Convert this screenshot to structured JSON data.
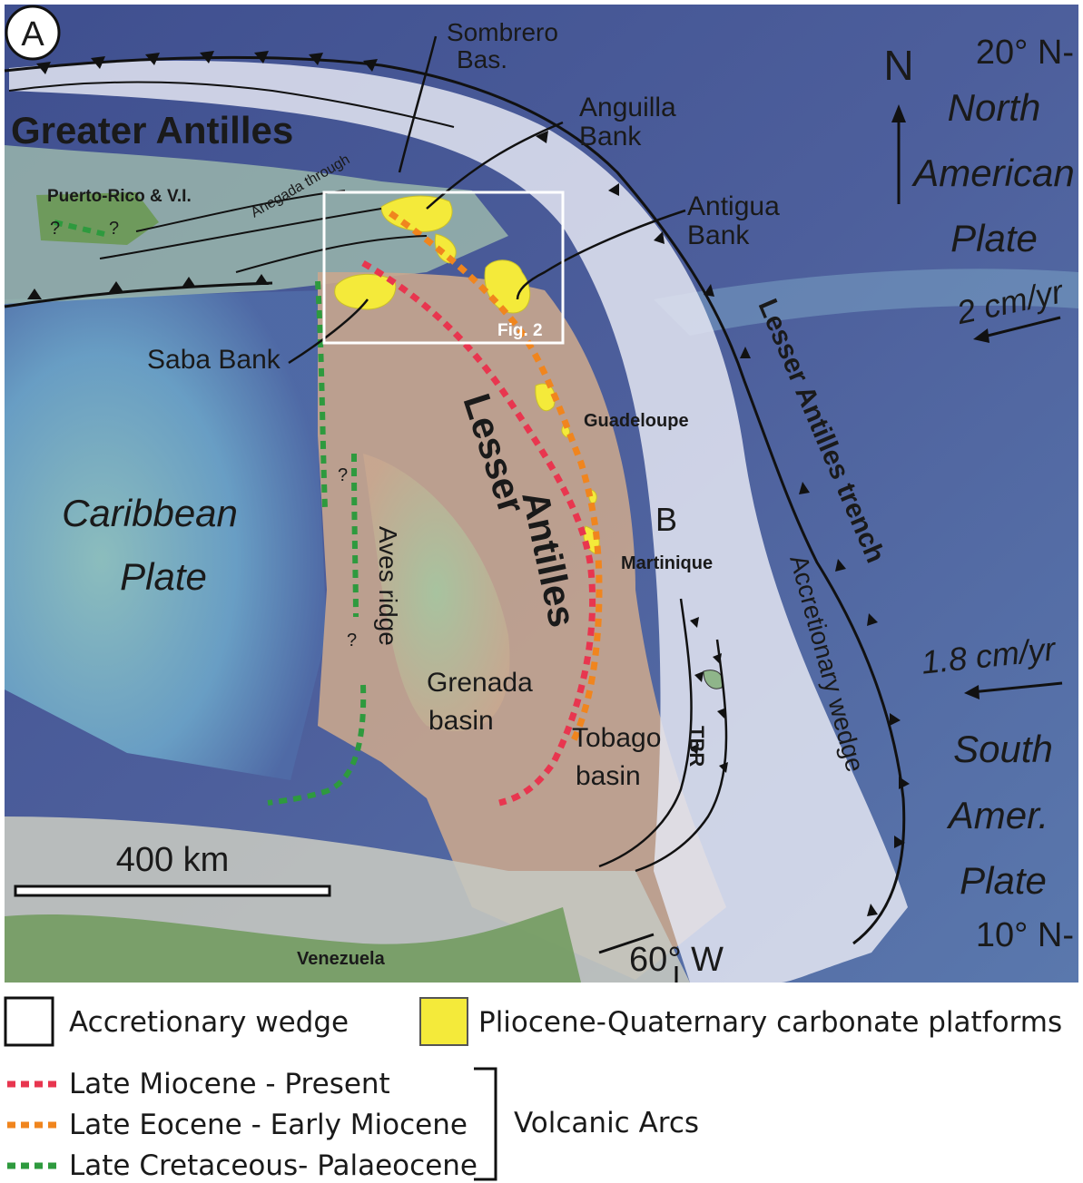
{
  "panel_label": "A",
  "north_label": "N",
  "lat_top": "20° N-",
  "lat_bottom": "10° N-",
  "lon_label": "60° W",
  "plates": {
    "north_american": [
      "North",
      "American",
      "Plate"
    ],
    "caribbean": [
      "Caribbean",
      "Plate"
    ],
    "south_american": [
      "South",
      "Amer.",
      "Plate"
    ]
  },
  "velocities": {
    "north": "2 cm/yr",
    "south": "1.8 cm/yr"
  },
  "places": {
    "greater_antilles": "Greater Antilles",
    "sombrero": [
      "Sombrero",
      "Bas."
    ],
    "anguilla": [
      "Anguilla",
      "Bank"
    ],
    "antigua": [
      "Antigua",
      "Bank"
    ],
    "anegada": "Anegada through",
    "puerto_rico": "Puerto-Rico & V.I.",
    "saba": "Saba Bank",
    "fig2": "Fig. 2",
    "guadeloupe": "Guadeloupe",
    "martinique": "Martinique",
    "b_label": "B",
    "lesser_antilles": [
      "Lesser",
      "Antilles"
    ],
    "trench": "Lesser Antilles trench",
    "aves_ridge": "Aves ridge",
    "grenada": [
      "Grenada",
      "basin"
    ],
    "tobago": [
      "Tobago",
      "basin"
    ],
    "tbr": "TBR",
    "wedge": "Accretionary wedge",
    "venezuela": "Venezuela",
    "question": "?"
  },
  "scale_bar": "400 km",
  "legend": {
    "accretionary_wedge": "Accretionary wedge",
    "carbonate": "Pliocene-Quaternary carbonate platforms",
    "arc_late_miocene": "Late Miocene - Present",
    "arc_late_eocene": "Late Eocene - Early Miocene",
    "arc_late_cretaceous": "Late Cretaceous- Palaeocene",
    "volcanic_arcs": "Volcanic Arcs"
  },
  "colors": {
    "ocean_deep": "#4a5a96",
    "ocean_mid": "#6f9cc4",
    "shelf": "#9cc7b4",
    "land": "#6e9a5c",
    "arc_red": "#e8364f",
    "arc_orange": "#f0851e",
    "arc_green": "#2e9a3e",
    "carbonate": "#f4ea3a",
    "wedge": "#e4e6f2"
  }
}
